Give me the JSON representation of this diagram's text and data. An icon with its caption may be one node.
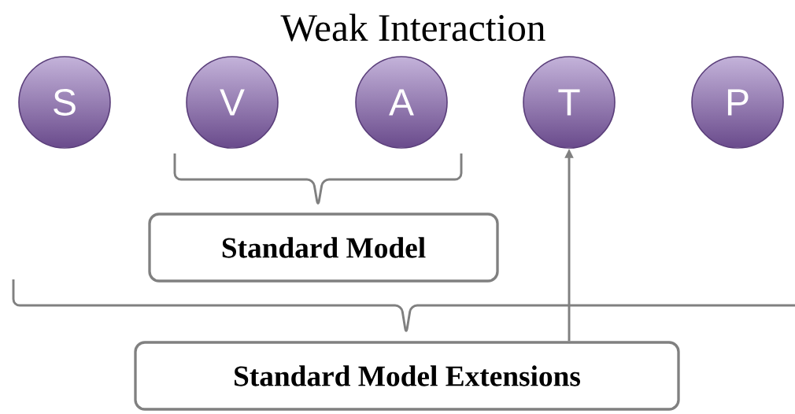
{
  "diagram": {
    "title": "Weak Interaction",
    "nodes": [
      {
        "text": [
          "S"
        ]
      },
      {
        "text": [
          "V"
        ]
      },
      {
        "text": [
          "A"
        ]
      },
      {
        "text": [
          "T"
        ]
      },
      {
        "text": [
          "P"
        ]
      },
      {
        "text": [
          "Standard Model"
        ]
      },
      {
        "text": [
          "Standard Model Extensions"
        ]
      }
    ],
    "edges": [
      {
        "from": 6,
        "to": 3,
        "arrow": "to"
      }
    ]
  }
}
